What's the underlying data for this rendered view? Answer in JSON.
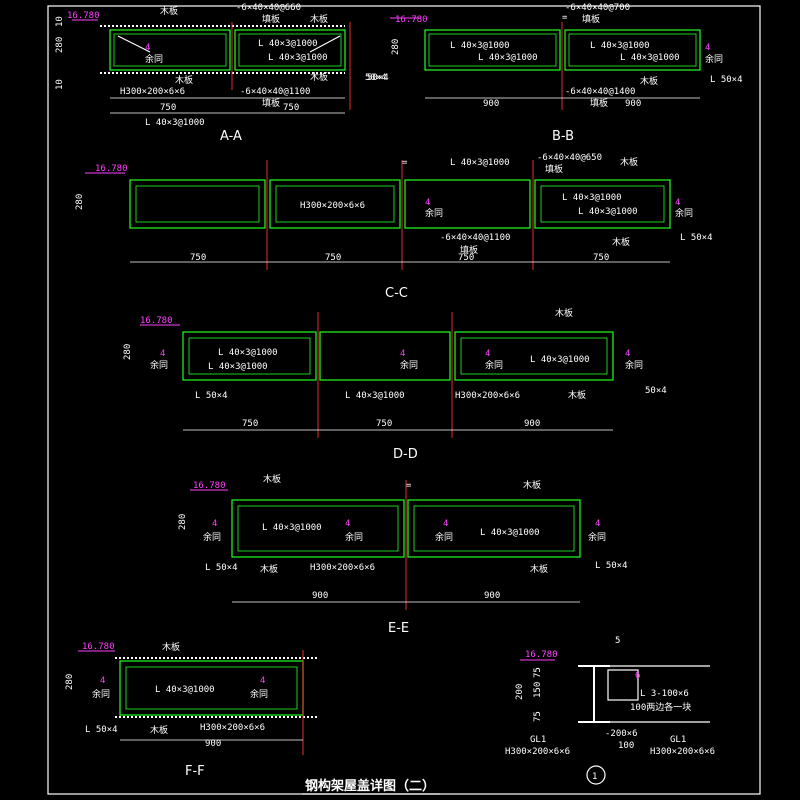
{
  "title": "钢构架屋盖详图（二）",
  "elev": "16.780",
  "labels": {
    "board": "木板",
    "filler": "填板",
    "same": "余同",
    "weld4": "4",
    "angle_40x3": "L 40×3@1000",
    "angle_40x3b": "L 40×3@1000",
    "angle_50x4": "L 50×4",
    "angle_50x4b": "50×4",
    "h_beam": "H300×200×6×6",
    "plate_660": "-6×40×40@660",
    "plate_1100": "-6×40×40@1100",
    "plate_700": "-6×40×40@700",
    "plate_1400": "-6×40×40@1400",
    "plate_650": "-6×40×40@650",
    "eq": "="
  },
  "dims": {
    "d10": "10",
    "d280": "280",
    "d750": "750",
    "d900": "900",
    "d200": "200",
    "d150": "150",
    "d75": "75",
    "d100": "100",
    "d5": "5",
    "d6": "6"
  },
  "sections": {
    "aa": "A-A",
    "bb": "B-B",
    "cc": "C-C",
    "dd": "D-D",
    "ee": "E-E",
    "ff": "F-F"
  },
  "detail1": {
    "marker": "1",
    "angle": "L 3-100×6",
    "note": "100两边各一块",
    "plate": "-200×6",
    "gl1": "GL1",
    "h1": "H300×200×6×6",
    "h2": "H300×200×6×6"
  }
}
